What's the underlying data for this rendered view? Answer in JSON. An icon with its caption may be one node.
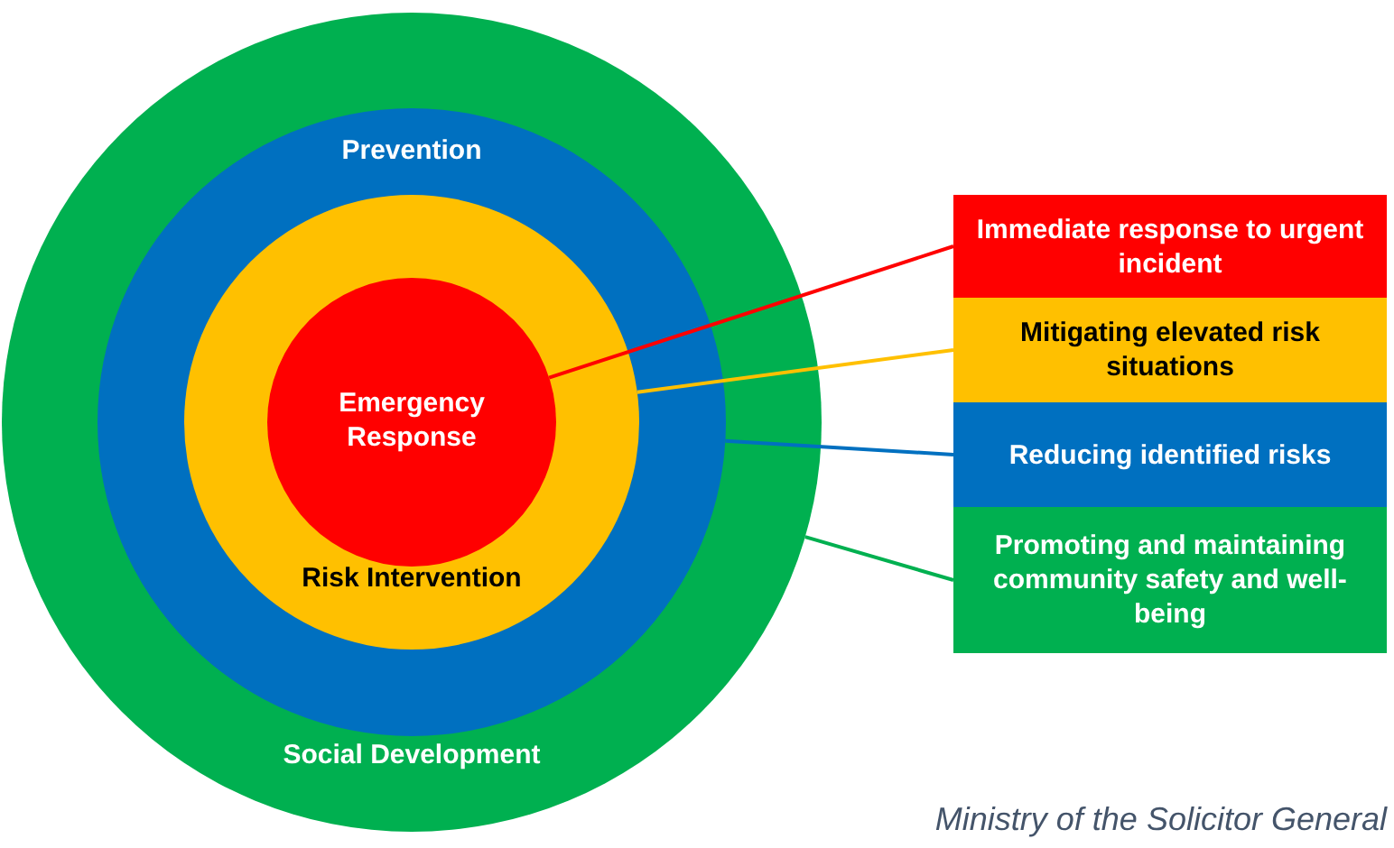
{
  "diagram": {
    "caption": "Ministry of the Solicitor General",
    "nodes": [
      {
        "text": [
          "Social Development"
        ]
      },
      {
        "text": [
          "Prevention"
        ],
        "in": 0
      },
      {
        "text": [
          "Risk Intervention"
        ],
        "in": 1
      },
      {
        "text": [
          "Emergency Response"
        ],
        "in": 2
      },
      {
        "text": [
          "Immediate response to urgent incident"
        ]
      },
      {
        "text": [
          "Mitigating elevated risk situations"
        ]
      },
      {
        "text": [
          "Reducing identified risks"
        ]
      },
      {
        "text": [
          "Promoting and maintaining community safety and well-being"
        ]
      }
    ],
    "edges": [
      {
        "from": 3,
        "to": 4,
        "arrow": "none",
        "color": "#ff0000"
      },
      {
        "from": 2,
        "to": 5,
        "arrow": "none",
        "color": "#ffc000"
      },
      {
        "from": 1,
        "to": 6,
        "arrow": "none",
        "color": "#0070c0"
      },
      {
        "from": 0,
        "to": 7,
        "arrow": "none",
        "color": "#00b050"
      }
    ]
  }
}
